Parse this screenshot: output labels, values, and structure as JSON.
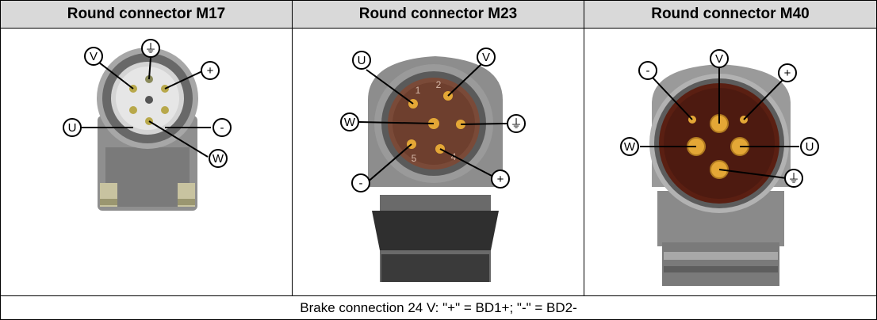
{
  "headers": [
    "Round connector M17",
    "Round connector M23",
    "Round connector M40"
  ],
  "labels": {
    "m17": {
      "V": "V",
      "ground": "⏚",
      "plus": "+",
      "U": "U",
      "minus": "-",
      "W": "W"
    },
    "m23": {
      "U": "U",
      "V": "V",
      "W": "W",
      "ground": "⏚",
      "minus": "-",
      "plus": "+",
      "pins": [
        "1",
        "2",
        "5",
        "4"
      ]
    },
    "m40": {
      "minus": "-",
      "V": "V",
      "plus": "+",
      "W": "W",
      "U": "U",
      "ground": "⏚"
    }
  },
  "footer": "Brake connection 24 V: \"+\" = BD1+; \"-\" = BD2-"
}
